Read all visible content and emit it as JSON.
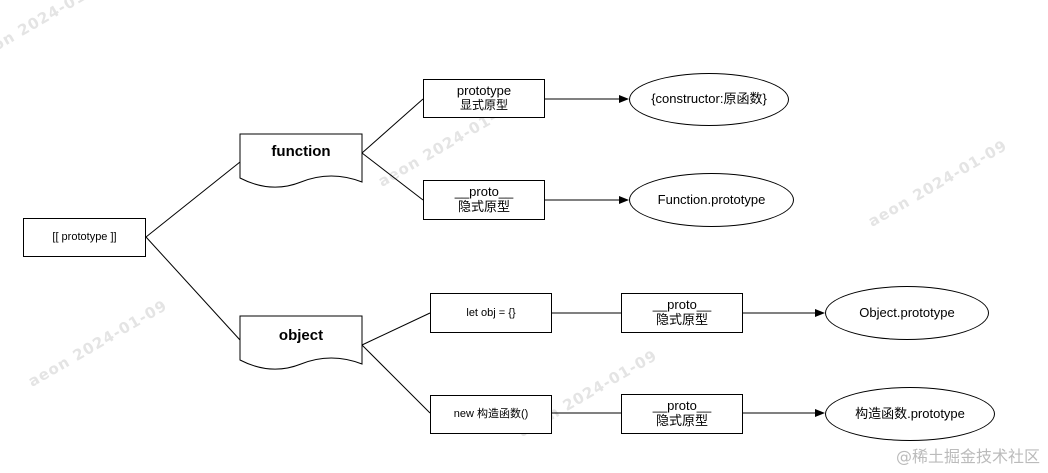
{
  "root": "[[ prototype ]]",
  "function_node": "function",
  "object_node": "object",
  "func_prototype": {
    "line1": "prototype",
    "line2": "显式原型"
  },
  "func_proto": {
    "line1": "__proto__",
    "line2": "隐式原型"
  },
  "constructor_target": "{constructor:原函数}",
  "function_prototype_target": "Function.prototype",
  "obj_literal": "let obj = {}",
  "obj_new": "new 构造函数()",
  "obj_literal_proto": {
    "line1": "__proto__",
    "line2": "隐式原型"
  },
  "obj_new_proto": {
    "line1": "__proto__",
    "line2": "隐式原型"
  },
  "object_prototype_target": "Object.prototype",
  "ctor_prototype_target": "构造函数.prototype",
  "watermark": "aeon  2024-01-09",
  "brand": "@稀土掘金技术社区"
}
